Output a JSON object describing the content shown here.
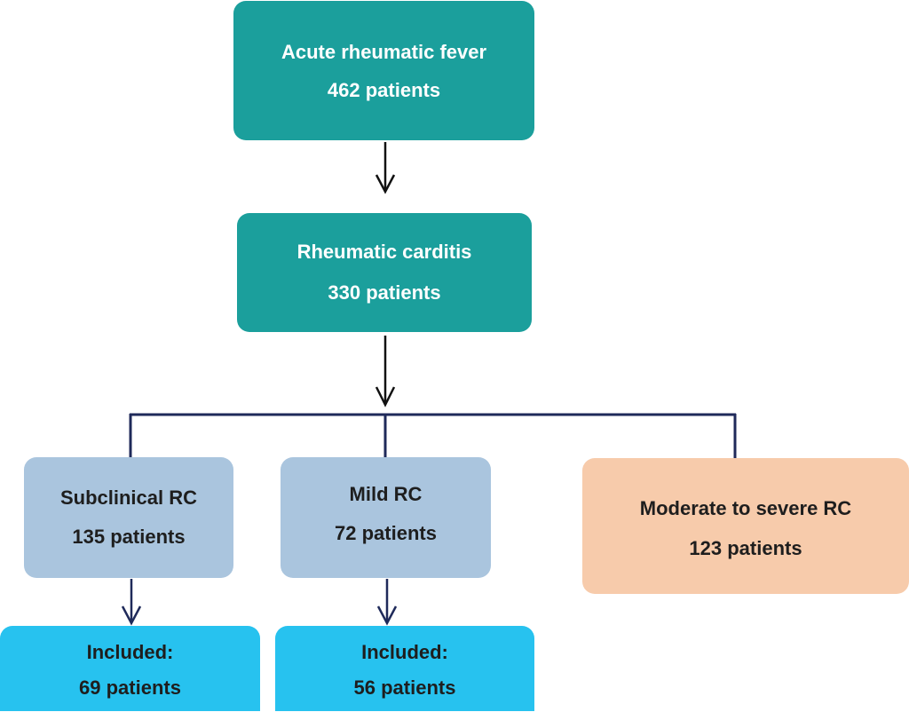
{
  "nodes": {
    "acute_rheumatic_fever": {
      "label": "Acute rheumatic fever",
      "count": "462 patients"
    },
    "rheumatic_carditis": {
      "label": "Rheumatic carditis",
      "count": "330 patients"
    },
    "subclinical_rc": {
      "label": "Subclinical RC",
      "count": "135 patients"
    },
    "mild_rc": {
      "label": "Mild RC",
      "count": "72 patients"
    },
    "moderate_severe_rc": {
      "label": "Moderate to severe RC",
      "count": "123 patients"
    },
    "included_subclinical": {
      "label": "Included:",
      "count": "69 patients"
    },
    "included_mild": {
      "label": "Included:",
      "count": "56 patients"
    }
  },
  "colors": {
    "teal": "#1b9f9c",
    "light_blue": "#aac5de",
    "peach": "#f7cbab",
    "cyan": "#27c2ef",
    "connector_dark": "#111111",
    "connector_navy": "#1f2a5a"
  }
}
